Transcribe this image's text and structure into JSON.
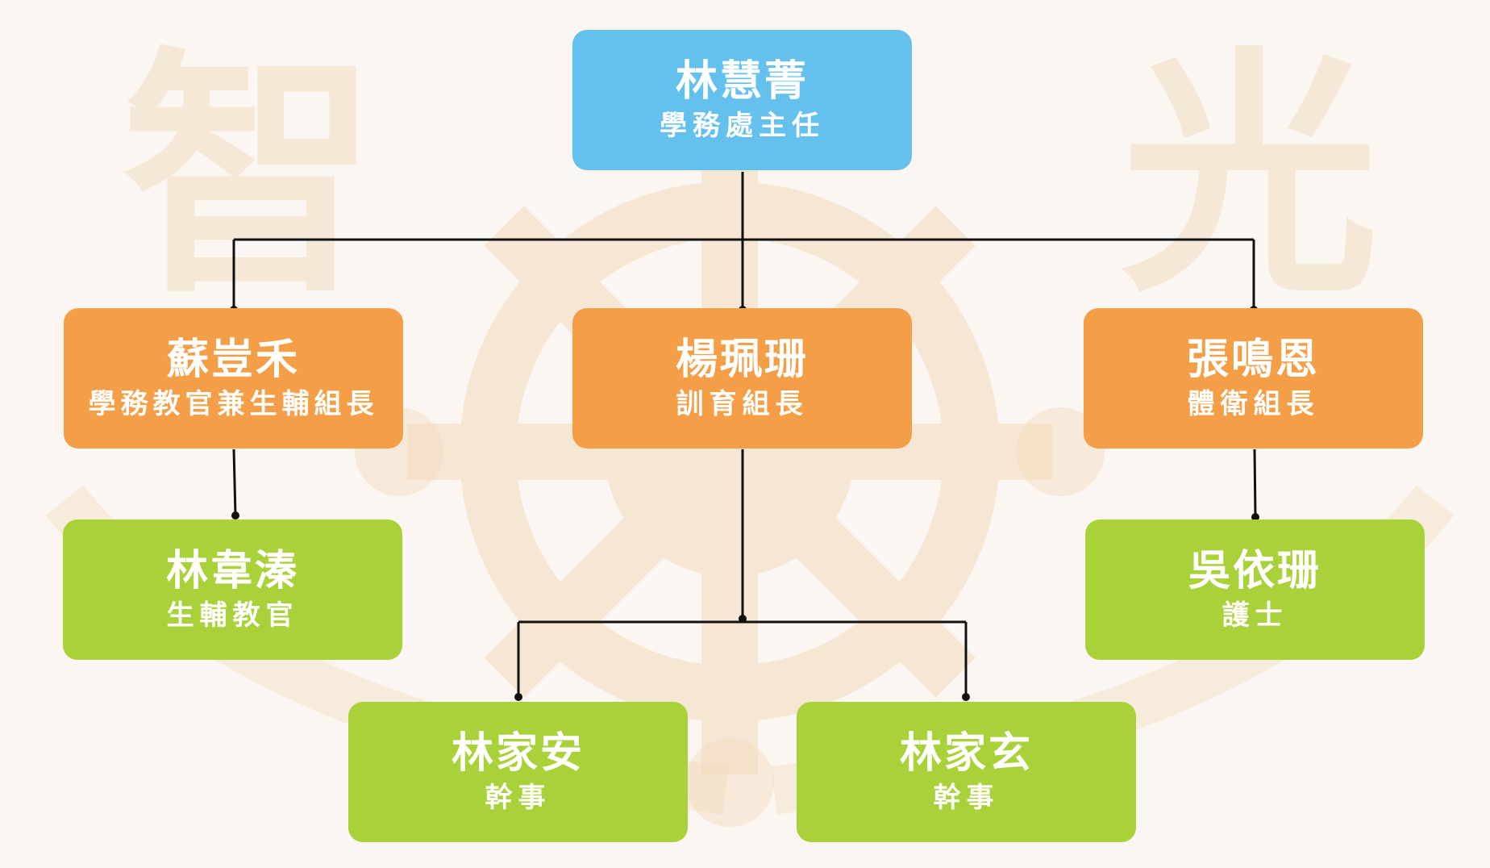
{
  "colors": {
    "director": "#64c1ee",
    "leader": "#f49f48",
    "staff": "#a9d13a",
    "connector": "#111111",
    "background": "#fcf6f2",
    "watermark": "#f1dcbc"
  },
  "watermark": {
    "left_glyph": "智",
    "right_glyph": "光",
    "emblem": "ship-wheel-emblem"
  },
  "nodes": {
    "director": {
      "name": "林慧菁",
      "role": "學務處主任"
    },
    "leader_1": {
      "name": "蘇豈禾",
      "role": "學務教官兼生輔組長"
    },
    "leader_2": {
      "name": "楊珮珊",
      "role": "訓育組長"
    },
    "leader_3": {
      "name": "張鳴恩",
      "role": "體衛組長"
    },
    "staff_1": {
      "name": "林韋溱",
      "role": "生輔教官"
    },
    "staff_2": {
      "name": "林家安",
      "role": "幹事"
    },
    "staff_3": {
      "name": "林家玄",
      "role": "幹事"
    },
    "staff_4": {
      "name": "吳依珊",
      "role": "護士"
    }
  }
}
